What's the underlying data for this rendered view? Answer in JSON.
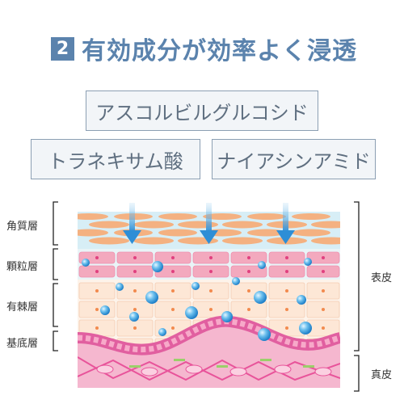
{
  "heading": {
    "number": "2",
    "text": "有効成分が効率よく浸透"
  },
  "ingredients": [
    "アスコルビルグルコシド",
    "トラネキサム酸",
    "ナイアシンアミド"
  ],
  "layers": [
    {
      "label": "角質層"
    },
    {
      "label": "顆粒層"
    },
    {
      "label": "有棘層"
    },
    {
      "label": "基底層"
    }
  ],
  "skin_regions": {
    "epidermis": "表皮",
    "dermis": "真皮"
  },
  "colors": {
    "accent": "#5b83ad",
    "stratum_corneum": "#f4b181",
    "granular_cell": "#f3a9be",
    "spinous_cell": "#fde7d6",
    "basal_wave": "#e15fa0",
    "arrow": "#2f8fd6",
    "bubble": "#4fb2ea"
  }
}
